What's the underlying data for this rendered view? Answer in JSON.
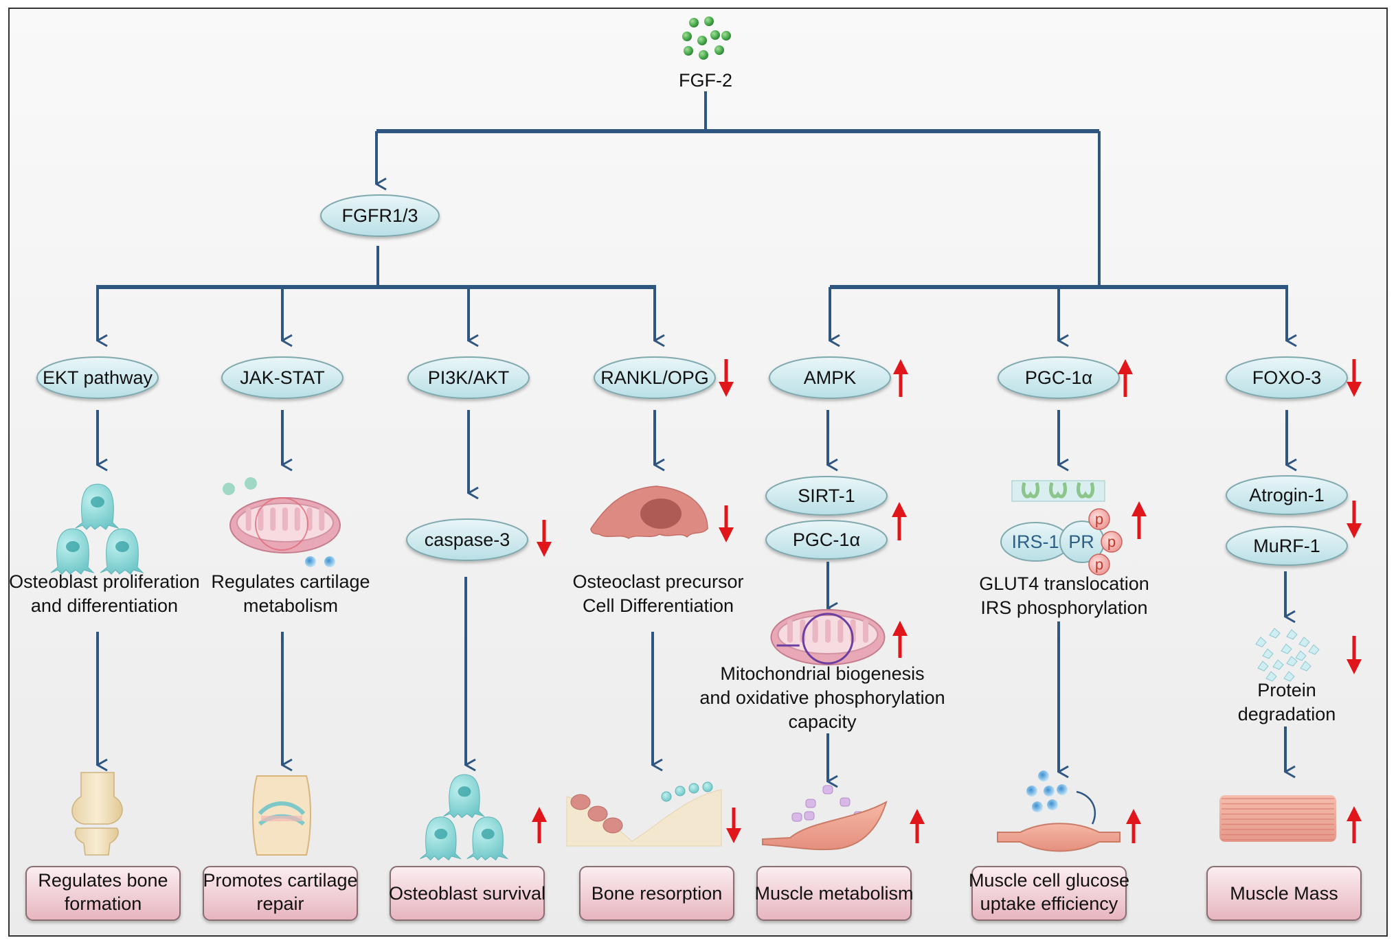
{
  "figure": {
    "colors": {
      "connector": "#2f5680",
      "up_down_arrow": "#e0161b",
      "node_fill_top": "#e9f6f8",
      "node_fill_bottom": "#b9dfe6",
      "node_stroke": "#7fa9ae",
      "box_fill_top": "#fbeef1",
      "box_fill_bottom": "#e7b5bf",
      "box_stroke": "#8a6d72",
      "background_top": "#f9f9f9",
      "background_bottom": "#ebebeb",
      "ligand_green": "#4caf50"
    },
    "ligand": {
      "label": "FGF-2",
      "icon": "growth-factor-particles-icon"
    },
    "receptor": {
      "label": "FGFR1/3"
    },
    "pathways": [
      {
        "id": "ekt",
        "node": "EKT pathway",
        "node_change": null,
        "intermediates": [],
        "intermediate_change": null,
        "illustration": "osteoblast-cells-icon",
        "description": [
          "Osteoblast proliferation",
          "and differentiation"
        ],
        "description_change": null,
        "outcome_illustration": "knee-bone-icon",
        "outcome": [
          "Regulates bone",
          "formation"
        ],
        "outcome_change": null
      },
      {
        "id": "jak",
        "node": "JAK-STAT",
        "node_change": null,
        "intermediates": [],
        "intermediate_change": null,
        "illustration": "mitochondrion-cartilage-icon",
        "description": [
          "Regulates cartilage",
          "metabolism"
        ],
        "description_change": null,
        "outcome_illustration": "cartilage-joint-icon",
        "outcome": [
          "Promotes cartilage",
          "repair"
        ],
        "outcome_change": null
      },
      {
        "id": "pi3k",
        "node": "PI3K/AKT",
        "node_change": null,
        "intermediates": [
          "caspase-3"
        ],
        "intermediate_change": "down",
        "illustration": null,
        "description": [],
        "description_change": null,
        "outcome_illustration": "osteoblast-cells-icon",
        "outcome": [
          "Osteoblast survival"
        ],
        "outcome_change": "up"
      },
      {
        "id": "rankl",
        "node": "RANKL/OPG",
        "node_change": "down",
        "intermediates": [],
        "intermediate_change": null,
        "illustration": "osteoclast-cell-icon",
        "description": [
          "Osteoclast precursor",
          "Cell Differentiation"
        ],
        "description_change": "down",
        "outcome_illustration": "bone-resorption-surface-icon",
        "outcome": [
          "Bone resorption"
        ],
        "outcome_change": "down"
      },
      {
        "id": "ampk",
        "node": "AMPK",
        "node_change": "up",
        "intermediates": [
          "SIRT-1",
          "PGC-1α"
        ],
        "intermediate_change": "up",
        "illustration": "mitochondrion-biogenesis-icon",
        "description": [
          "Mitochondrial biogenesis",
          "and oxidative phosphorylation",
          "capacity"
        ],
        "description_change": "up",
        "outcome_illustration": "muscle-cell-metabolites-icon",
        "outcome": [
          "Muscle metabolism"
        ],
        "outcome_change": "up"
      },
      {
        "id": "pgc",
        "node": "PGC-1α",
        "node_change": "up",
        "intermediates": [],
        "intermediate_change": null,
        "illustration": "glut4-irs-complex-icon",
        "irs_complex": {
          "irs": "IRS-1",
          "receptor": "PR",
          "phospho": [
            "p",
            "p",
            "p"
          ]
        },
        "description": [
          "GLUT4 translocation",
          "IRS phosphorylation"
        ],
        "description_change": "up",
        "outcome_illustration": "muscle-glucose-uptake-icon",
        "outcome": [
          "Muscle cell glucose",
          "uptake efficiency"
        ],
        "outcome_change": "up"
      },
      {
        "id": "foxo",
        "node": "FOXO-3",
        "node_change": "down",
        "intermediates": [
          "Atrogin-1",
          "MuRF-1"
        ],
        "intermediate_change": "down",
        "illustration": "protein-fragments-icon",
        "description": [
          "Protein",
          "degradation"
        ],
        "description_change": "down",
        "outcome_illustration": "muscle-fiber-bundle-icon",
        "outcome": [
          "Muscle Mass"
        ],
        "outcome_change": "up"
      }
    ]
  }
}
